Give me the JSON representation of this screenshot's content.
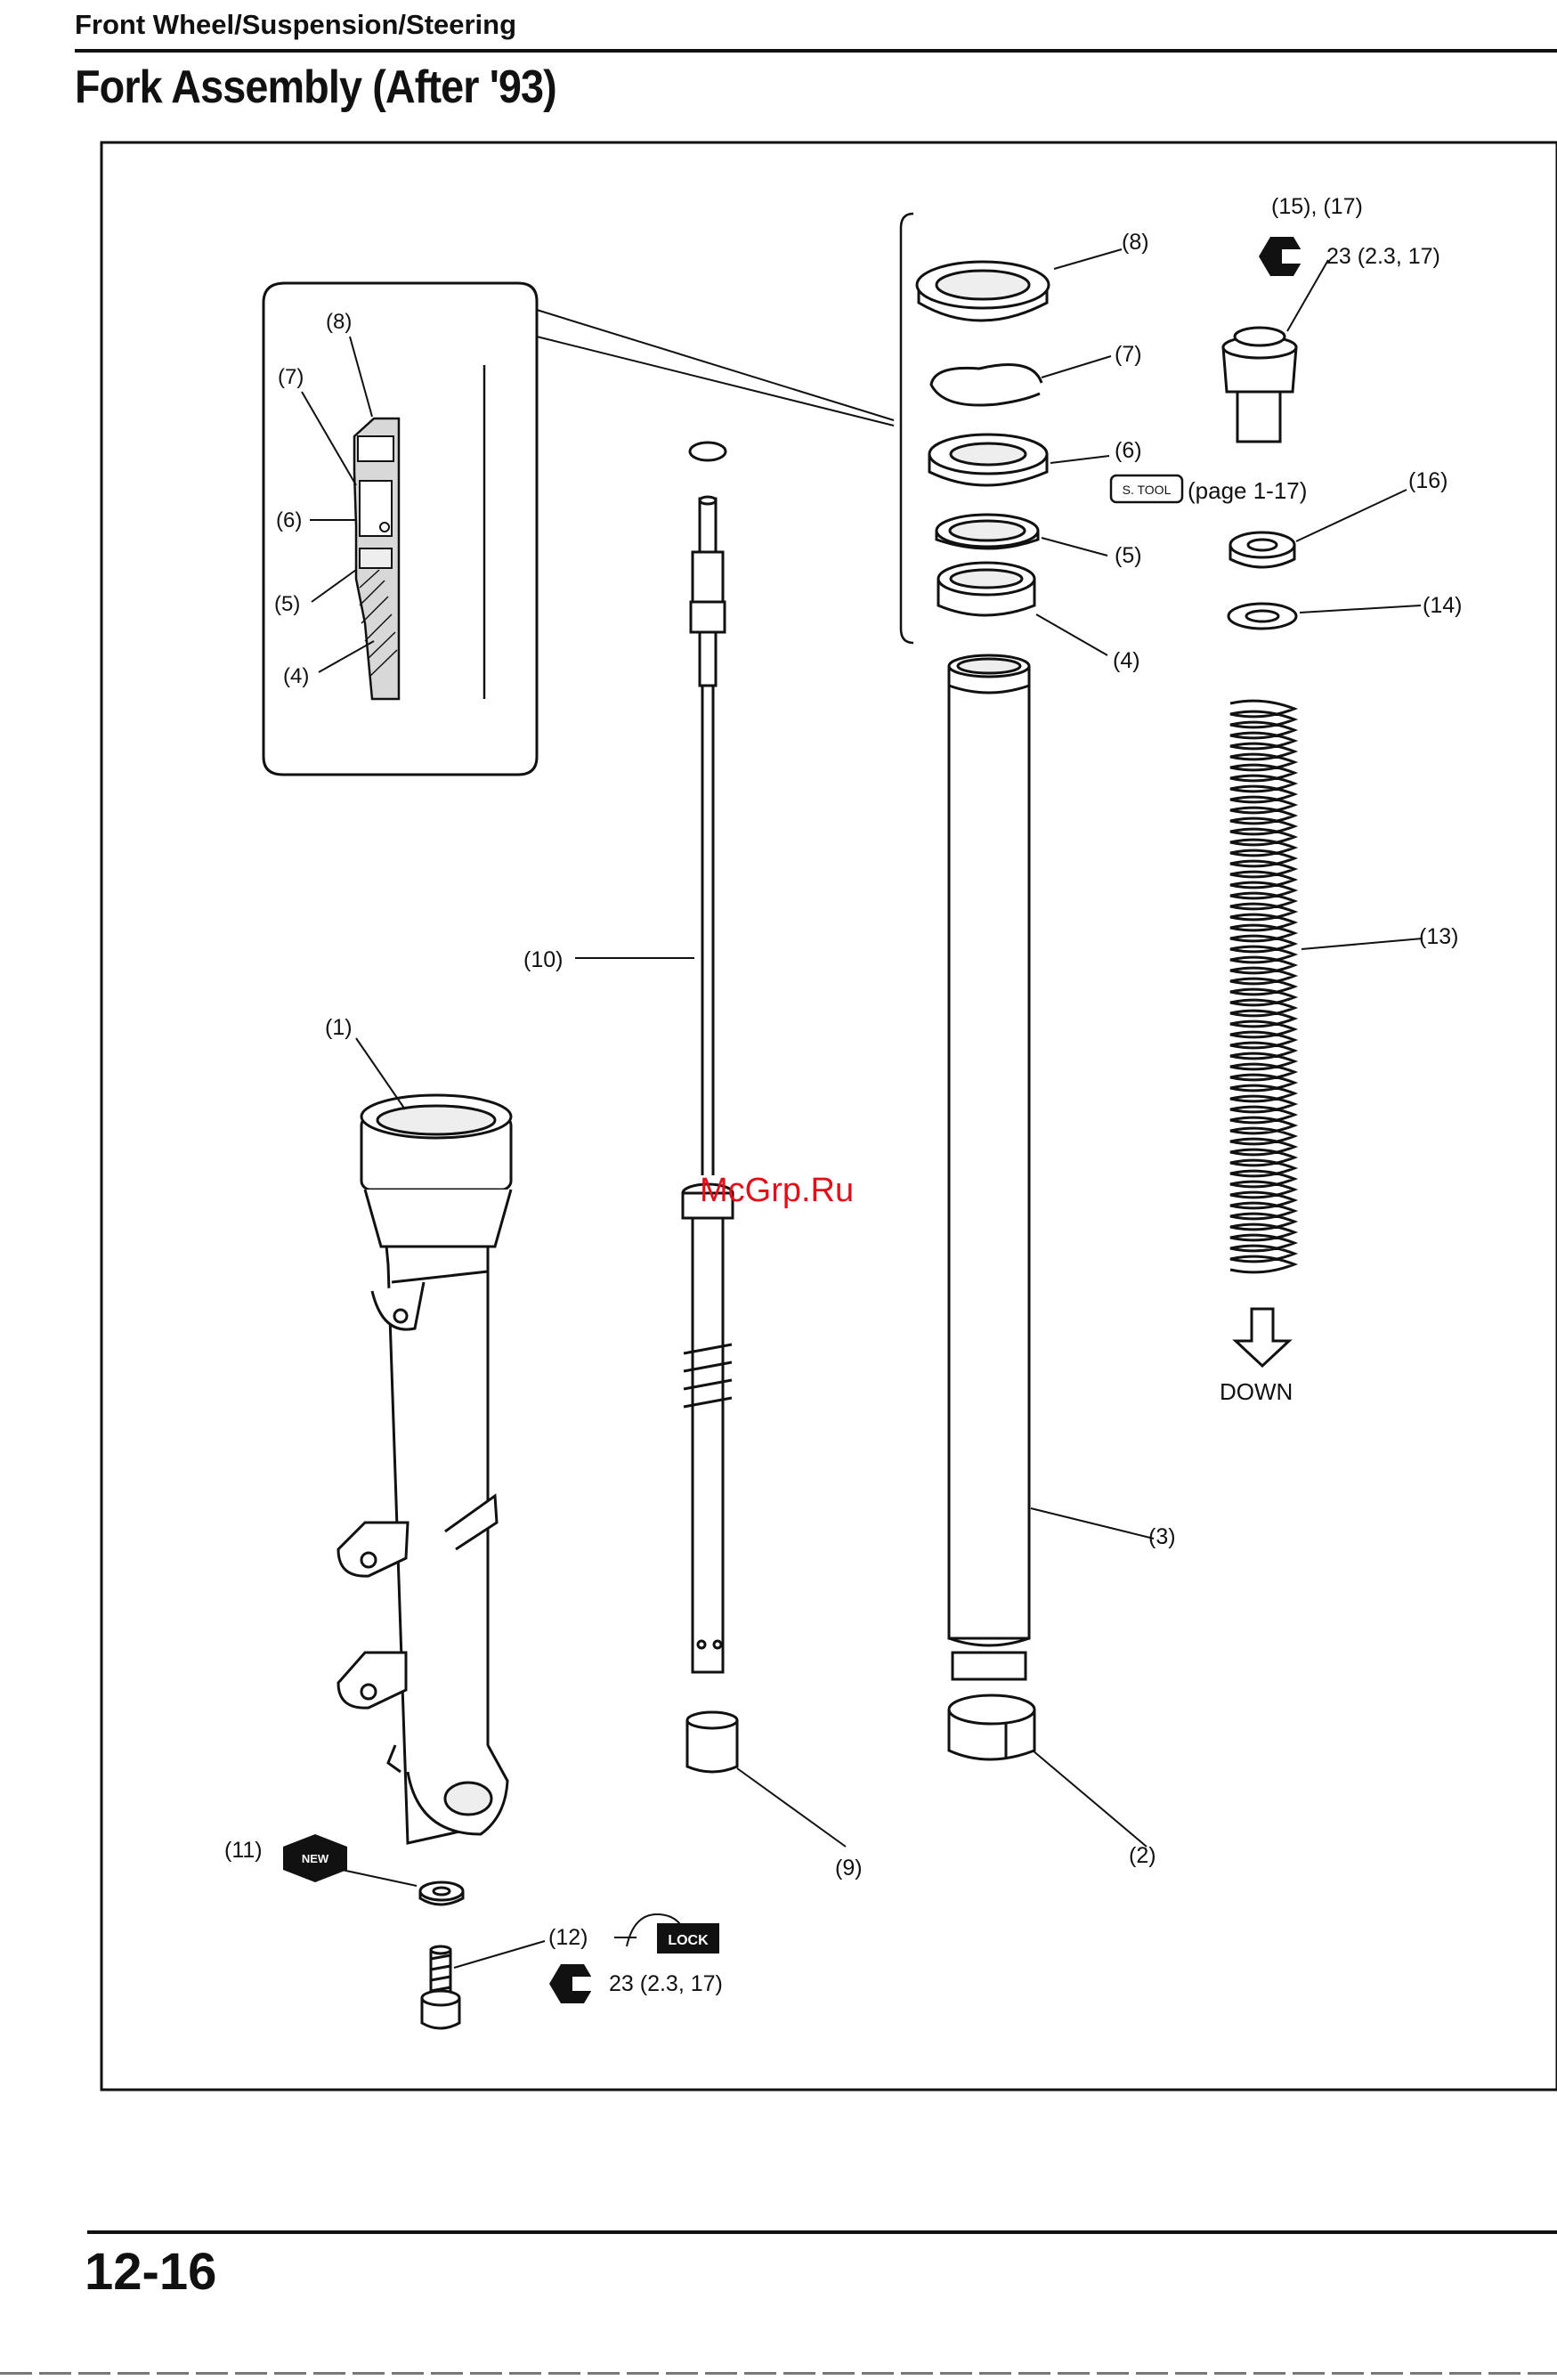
{
  "header": {
    "section_title": "Front Wheel/Suspension/Steering",
    "page_title": "Fork Assembly (After '93)"
  },
  "watermark": "McGrp.Ru",
  "callouts": {
    "c1": "(1)",
    "c2": "(2)",
    "c3": "(3)",
    "c4": "(4)",
    "c5": "(5)",
    "c6": "(6)",
    "c7": "(7)",
    "c8": "(8)",
    "c9": "(9)",
    "c10": "(10)",
    "c11": "(11)",
    "c12": "(12)",
    "c13": "(13)",
    "c14": "(14)",
    "c16": "(16)",
    "c15_17": "(15), (17)"
  },
  "detail": {
    "c4": "(4)",
    "c5": "(5)",
    "c6": "(6)",
    "c7": "(7)",
    "c8": "(8)"
  },
  "torque": {
    "top_value": "23 (2.3, 17)",
    "bottom_value": "23 (2.3, 17)"
  },
  "icons": {
    "special_tool": "S. TOOL",
    "special_tool_ref": "(page 1-17)",
    "new_part": "NEW",
    "lock": "LOCK"
  },
  "direction_label": "DOWN",
  "footer": {
    "page_number": "12-16"
  }
}
